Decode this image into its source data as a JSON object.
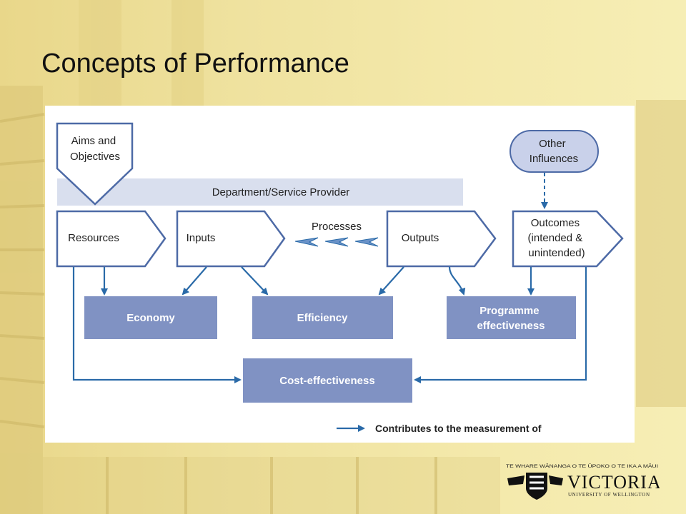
{
  "slide": {
    "title": "Concepts of Performance"
  },
  "diagram": {
    "aims": [
      "Aims and",
      "Objectives"
    ],
    "other_influences": [
      "Other",
      "Influences"
    ],
    "provider_band": "Department/Service Provider",
    "resources": "Resources",
    "inputs": "Inputs",
    "processes": "Processes",
    "outputs": "Outputs",
    "outcomes": [
      "Outcomes",
      "(intended &",
      "unintended)"
    ],
    "economy": "Economy",
    "efficiency": "Efficiency",
    "programme_effectiveness": [
      "Programme",
      "effectiveness"
    ],
    "cost_effectiveness": "Cost-effectiveness",
    "legend": "Contributes to the measurement of"
  },
  "logo": {
    "tagline": "TE WHARE WĀNANGA O TE ŪPOKO O TE IKA A MĀUI",
    "name": "VICTORIA",
    "subtitle": "UNIVERSITY OF WELLINGTON"
  },
  "colors": {
    "arrow": "#2a6aa8",
    "box_outline": "#4d6aa6",
    "result_box": "#8092c3",
    "band": "#d9dfee",
    "influence": "#c9d1ea"
  }
}
